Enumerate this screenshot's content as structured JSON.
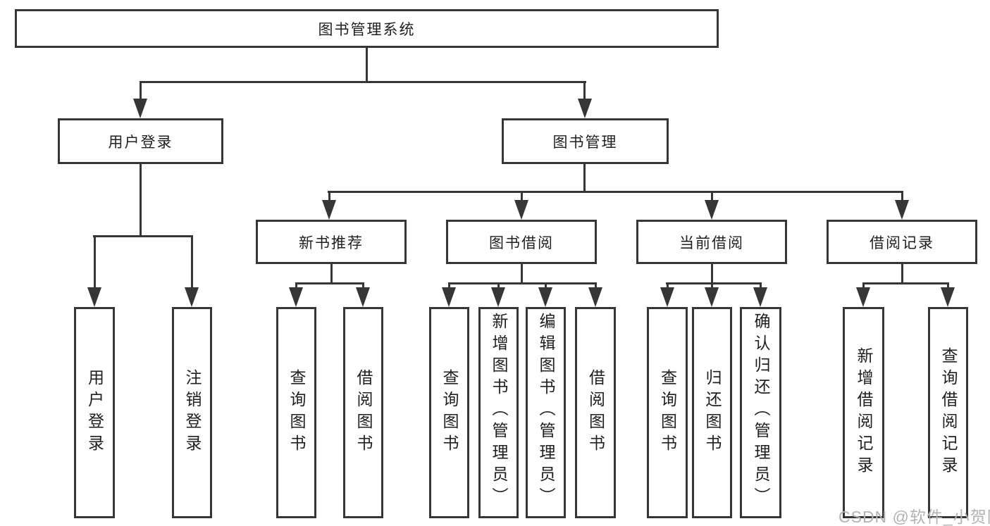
{
  "diagram": {
    "root": {
      "label": "图书管理系统"
    },
    "level2": [
      {
        "label": "用户登录"
      },
      {
        "label": "图书管理"
      }
    ],
    "level3": [
      {
        "label": "新书推荐"
      },
      {
        "label": "图书借阅"
      },
      {
        "label": "当前借阅"
      },
      {
        "label": "借阅记录"
      }
    ],
    "leaves": [
      {
        "label": "用户登录"
      },
      {
        "label": "注销登录"
      },
      {
        "label": "查询图书"
      },
      {
        "label": "借阅图书"
      },
      {
        "label": "查询图书"
      },
      {
        "label": "新增图书（管理员）"
      },
      {
        "label": "编辑图书（管理员）"
      },
      {
        "label": "借阅图书"
      },
      {
        "label": "查询图书"
      },
      {
        "label": "归还图书"
      },
      {
        "label": "确认归还（管理员）"
      },
      {
        "label": "新增借阅记录"
      },
      {
        "label": "查询借阅记录"
      }
    ],
    "watermark": "CSDN @软件_小贺同学",
    "colors": {
      "line": "#363636",
      "text": "#1f1f1f",
      "background": "#ffffff",
      "watermark": "#b3b3b3"
    }
  }
}
